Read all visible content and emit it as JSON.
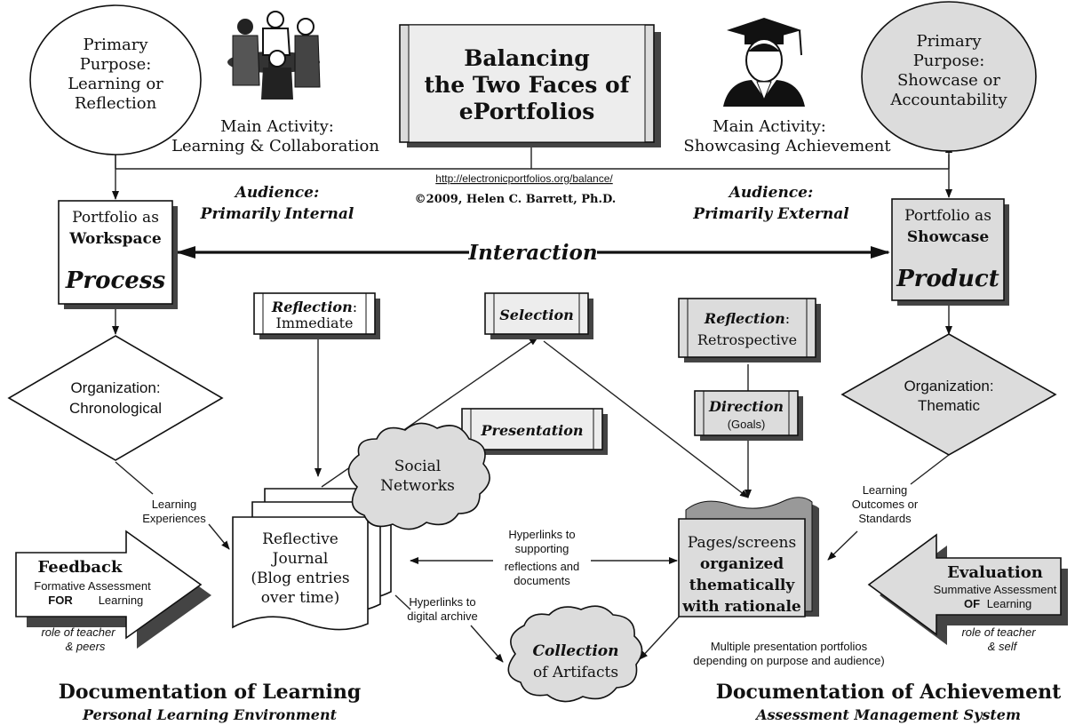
{
  "title": {
    "line1": "Balancing",
    "line2": "the Two Faces of",
    "line3": "ePortfolios"
  },
  "credit": {
    "url": "http://electronicportfolios.org/balance/",
    "copyright": "©2009, Helen C. Barrett, Ph.D."
  },
  "left": {
    "purpose": [
      "Primary",
      "Purpose:",
      "Learning or",
      "Reflection"
    ],
    "activity_label": "Main Activity:",
    "activity_value": "Learning & Collaboration",
    "audience_label": "Audience:",
    "audience_value": "Primarily Internal",
    "portfolio_as": "Portfolio as",
    "portfolio_type": "Workspace",
    "portfolio_mode": "Process",
    "organization_label": "Organization:",
    "organization_value": "Chronological",
    "experiences": [
      "Learning",
      "Experiences"
    ],
    "feedback_title": "Feedback",
    "feedback_sub": "Formative Assessment",
    "feedback_for": "FOR",
    "feedback_learning": "Learning",
    "role": [
      "role of teacher",
      "& peers"
    ],
    "footer_title": "Documentation of Learning",
    "footer_sub": "Personal Learning Environment"
  },
  "right": {
    "purpose": [
      "Primary",
      "Purpose:",
      "Showcase or",
      "Accountability"
    ],
    "activity_label": "Main Activity:",
    "activity_value": "Showcasing Achievement",
    "audience_label": "Audience:",
    "audience_value": "Primarily External",
    "portfolio_as": "Portfolio as",
    "portfolio_type": "Showcase",
    "portfolio_mode": "Product",
    "organization_label": "Organization:",
    "organization_value": "Thematic",
    "outcomes": [
      "Learning",
      "Outcomes or",
      "Standards"
    ],
    "evaluation_title": "Evaluation",
    "evaluation_sub": "Summative Assessment",
    "evaluation_of": "OF",
    "evaluation_learning": "Learning",
    "role": [
      "role of teacher",
      "& self"
    ],
    "footer_title": "Documentation of Achievement",
    "footer_sub": "Assessment Management System"
  },
  "center": {
    "interaction": "Interaction",
    "reflection_label": "Reflection",
    "reflection_immediate": "Immediate",
    "reflection_retrospective": "Retrospective",
    "selection": "Selection",
    "presentation": "Presentation",
    "direction": "Direction",
    "goals": "(Goals)",
    "social": [
      "Social",
      "Networks"
    ],
    "journal": [
      "Reflective",
      "Journal",
      "(Blog entries",
      "over time)"
    ],
    "pages": [
      "Pages/screens",
      "organized",
      "thematically",
      "with rationale"
    ],
    "hyperlinks_supporting": [
      "Hyperlinks to",
      "supporting",
      "reflections and",
      "documents"
    ],
    "hyperlinks_archive": [
      "Hyperlinks to",
      "digital archive"
    ],
    "collection": [
      "Collection",
      "of Artifacts"
    ],
    "multiple": [
      "Multiple presentation portfolios",
      "depending on purpose and audience)"
    ]
  }
}
